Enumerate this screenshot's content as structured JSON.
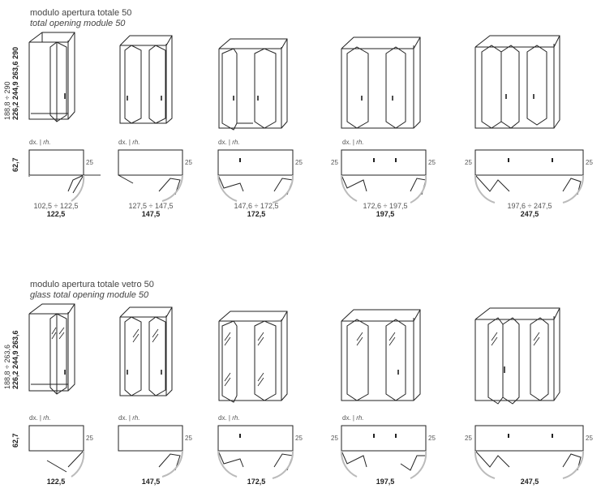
{
  "sections": [
    {
      "title": "modulo apertura totale 50",
      "subtitle": "total opening module 50",
      "heights_light": "188,8 ÷ 290",
      "heights_bold": "226,2  244,9  263,6  290",
      "depth": "62,7",
      "modules": [
        {
          "range": "102,5 ÷ 122,5",
          "width": "122,5"
        },
        {
          "range": "127,5 ÷ 147,5",
          "width": "147,5"
        },
        {
          "range": "147,6 ÷ 172,5",
          "width": "172,5"
        },
        {
          "range": "172,6 ÷ 197,5",
          "width": "197,5"
        },
        {
          "range": "197,6 ÷ 247,5",
          "width": "247,5"
        }
      ]
    },
    {
      "title": "modulo apertura totale vetro 50",
      "subtitle": "glass total opening module 50",
      "heights_light": "188,8 ÷ 263,6",
      "heights_bold": "226,2  244,9  263,6",
      "depth": "62,7",
      "modules": [
        {
          "width": "122,5"
        },
        {
          "width": "147,5"
        },
        {
          "width": "172,5"
        },
        {
          "width": "197,5"
        },
        {
          "width": "247,5"
        }
      ]
    }
  ],
  "hand_label": "dx.",
  "hand_label_en": "rh.",
  "side_dim": "25"
}
